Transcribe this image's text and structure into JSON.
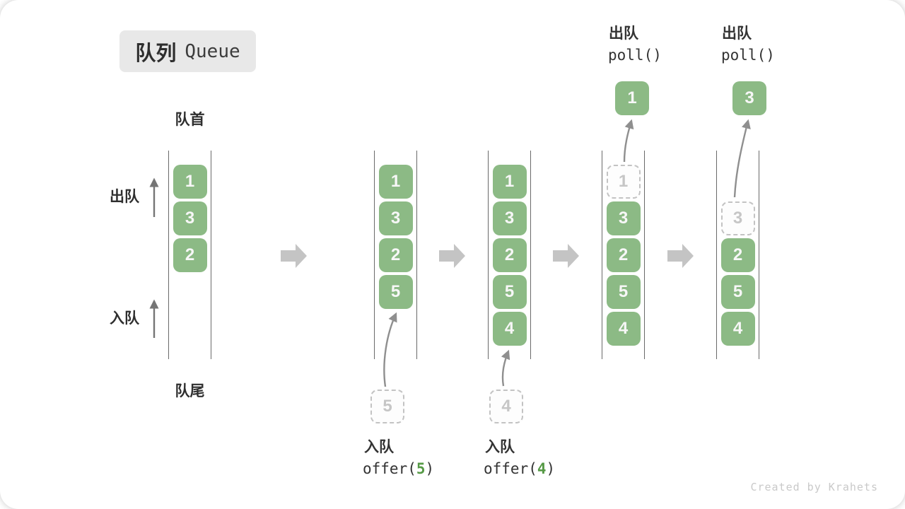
{
  "title": {
    "zh": "队列",
    "en": "Queue"
  },
  "side_labels": {
    "front": "队首",
    "rear": "队尾",
    "dequeue": "出队",
    "enqueue": "入队"
  },
  "queues": [
    {
      "name": "initial-state",
      "cells": [
        {
          "value": "1",
          "state": "filled"
        },
        {
          "value": "3",
          "state": "filled"
        },
        {
          "value": "2",
          "state": "filled"
        }
      ]
    },
    {
      "name": "after-offer-5",
      "cells": [
        {
          "value": "1",
          "state": "filled"
        },
        {
          "value": "3",
          "state": "filled"
        },
        {
          "value": "2",
          "state": "filled"
        },
        {
          "value": "5",
          "state": "filled"
        }
      ]
    },
    {
      "name": "after-offer-4",
      "cells": [
        {
          "value": "1",
          "state": "filled"
        },
        {
          "value": "3",
          "state": "filled"
        },
        {
          "value": "2",
          "state": "filled"
        },
        {
          "value": "5",
          "state": "filled"
        },
        {
          "value": "4",
          "state": "filled"
        }
      ]
    },
    {
      "name": "poll-1",
      "cells": [
        {
          "value": "1",
          "state": "ghost"
        },
        {
          "value": "3",
          "state": "filled"
        },
        {
          "value": "2",
          "state": "filled"
        },
        {
          "value": "5",
          "state": "filled"
        },
        {
          "value": "4",
          "state": "filled"
        }
      ]
    },
    {
      "name": "poll-3",
      "cells": [
        {
          "value": "",
          "state": "empty"
        },
        {
          "value": "3",
          "state": "ghost"
        },
        {
          "value": "2",
          "state": "filled"
        },
        {
          "value": "5",
          "state": "filled"
        },
        {
          "value": "4",
          "state": "filled"
        }
      ]
    }
  ],
  "operations": {
    "enqueue_5": {
      "op_label": "入队",
      "code_pre": "offer(",
      "code_arg": "5",
      "code_post": ")",
      "incoming_value": "5"
    },
    "enqueue_4": {
      "op_label": "入队",
      "code_pre": "offer(",
      "code_arg": "4",
      "code_post": ")",
      "incoming_value": "4"
    },
    "poll_1": {
      "op_label": "出队",
      "code": "poll()",
      "removed_value": "1"
    },
    "poll_3": {
      "op_label": "出队",
      "code": "poll()",
      "removed_value": "3"
    }
  },
  "colors": {
    "cell_green": "#8cba85",
    "code_arg_green": "#569a46",
    "ghost_border": "#c3c3c3",
    "block_arrow_gray": "#c4c4c4",
    "connector_gray": "#8f8f8f",
    "title_bg": "#e8e8e8"
  },
  "credit": "Created by Krahets"
}
